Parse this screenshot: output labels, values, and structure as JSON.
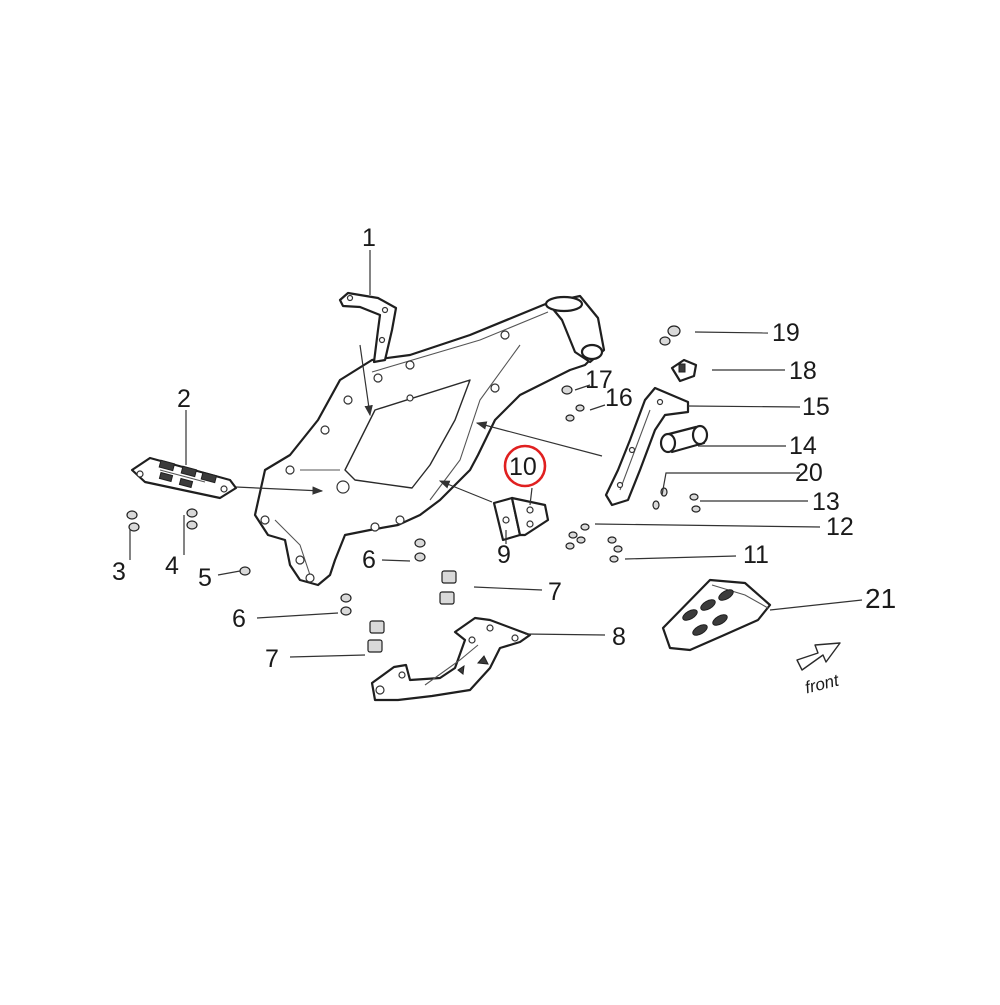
{
  "callouts": {
    "c1": "1",
    "c2": "2",
    "c3": "3",
    "c4": "4",
    "c5": "5",
    "c6a": "6",
    "c6b": "6",
    "c7a": "7",
    "c7b": "7",
    "c8": "8",
    "c9": "9",
    "c10": "10",
    "c11": "11",
    "c12": "12",
    "c13": "13",
    "c14": "14",
    "c15": "15",
    "c16": "16",
    "c17": "17",
    "c18": "18",
    "c19": "19",
    "c20": "20",
    "c21": "21"
  },
  "front_label": "front",
  "highlight": {
    "callout": "10",
    "color": "#e02020"
  }
}
